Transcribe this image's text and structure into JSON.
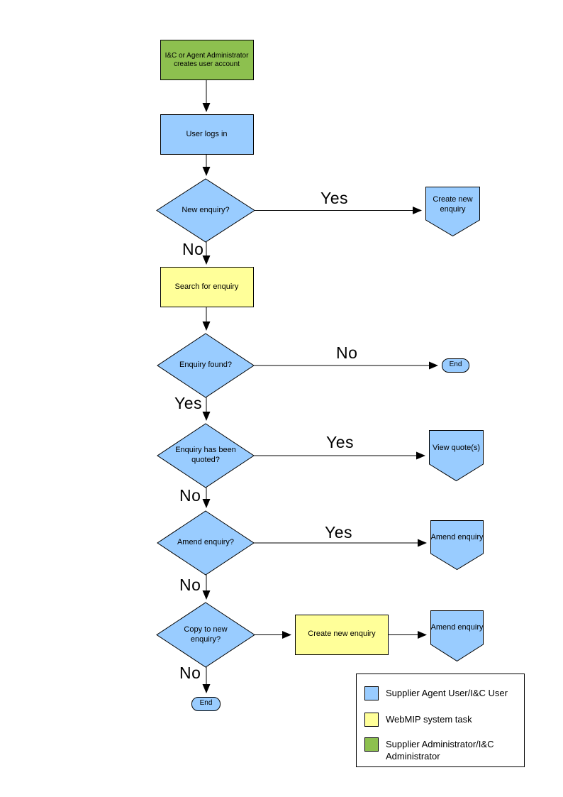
{
  "colors": {
    "blue": "#99CCFF",
    "yellow": "#FFFF99",
    "green": "#8DC04F",
    "line": "#000000",
    "background": "#FFFFFF"
  },
  "nodes": {
    "create_account": "I&C or Agent Administrator creates user account",
    "user_logs_in": "User logs in",
    "new_enquiry": "New enquiry?",
    "create_new_enquiry_top": "Create new enquiry",
    "search_for_enquiry": "Search for enquiry",
    "enquiry_found": "Enquiry found?",
    "end_right": "End",
    "enquiry_quoted": "Enquiry has been quoted?",
    "view_quotes": "View quote(s)",
    "amend_enquiry_q": "Amend enquiry?",
    "amend_enquiry_1": "Amend enquiry",
    "copy_to_new": "Copy to new enquiry?",
    "create_new_enquiry_task": "Create new enquiry",
    "amend_enquiry_2": "Amend enquiry",
    "end_bottom": "End"
  },
  "edge_labels": {
    "yes1": "Yes",
    "no1": "No",
    "no_right": "No",
    "yes2": "Yes",
    "yes3": "Yes",
    "no2": "No",
    "yes4": "Yes",
    "no3": "No",
    "no4": "No"
  },
  "legend": {
    "items": [
      {
        "label": "Supplier Agent User/I&C User",
        "color_key": "blue"
      },
      {
        "label": "WebMIP system task",
        "color_key": "yellow"
      },
      {
        "label": "Supplier Administrator/I&C Administrator",
        "color_key": "green"
      }
    ]
  }
}
